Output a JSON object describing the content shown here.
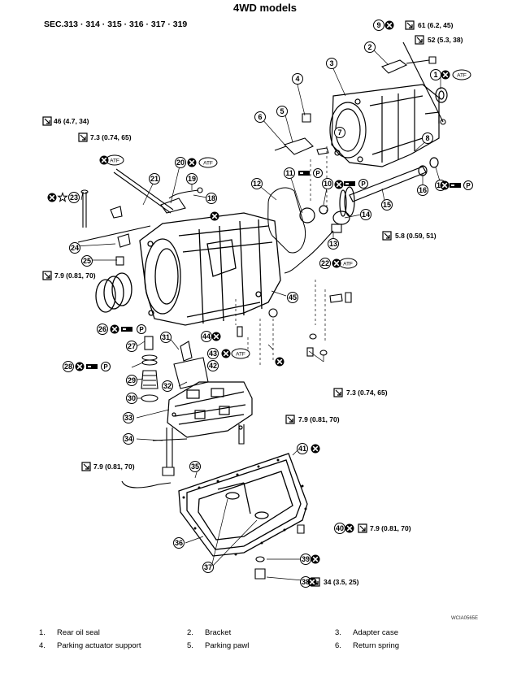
{
  "title": "4WD models",
  "section": "SEC.313 · 314 · 315 · 316 · 317 · 319",
  "figure_code": "WCIA0565E",
  "torque_specs": [
    {
      "id": "t1",
      "value": "61 (6.2, 45)"
    },
    {
      "id": "t2",
      "value": "52 (5.3, 38)"
    },
    {
      "id": "t3",
      "value": "46 (4.7, 34)"
    },
    {
      "id": "t4",
      "value": "7.3 (0.74, 65)"
    },
    {
      "id": "t5",
      "value": "5.8 (0.59, 51)"
    },
    {
      "id": "t6",
      "value": "7.9 (0.81, 70)"
    },
    {
      "id": "t7",
      "value": "7.3 (0.74, 65)"
    },
    {
      "id": "t8",
      "value": "7.9 (0.81, 70)"
    },
    {
      "id": "t9",
      "value": "7.9 (0.81, 70)"
    },
    {
      "id": "t10",
      "value": "7.9 (0.81, 70)"
    },
    {
      "id": "t11",
      "value": "34 (3.5, 25)"
    }
  ],
  "callouts": [
    "1",
    "2",
    "3",
    "4",
    "5",
    "6",
    "7",
    "8",
    "9",
    "10",
    "11",
    "12",
    "13",
    "14",
    "15",
    "16",
    "17",
    "18",
    "19",
    "20",
    "21",
    "22",
    "23",
    "24",
    "25",
    "26",
    "27",
    "28",
    "29",
    "30",
    "31",
    "32",
    "33",
    "34",
    "35",
    "36",
    "37",
    "38",
    "39",
    "40",
    "41",
    "42",
    "43",
    "44",
    "45"
  ],
  "symbols": {
    "atf": "ATF",
    "p": "P"
  },
  "legend": [
    {
      "num": "1.",
      "label": "Rear oil seal"
    },
    {
      "num": "2.",
      "label": "Bracket"
    },
    {
      "num": "3.",
      "label": "Adapter case"
    },
    {
      "num": "4.",
      "label": "Parking actuator support"
    },
    {
      "num": "5.",
      "label": "Parking pawl"
    },
    {
      "num": "6.",
      "label": "Return spring"
    }
  ]
}
